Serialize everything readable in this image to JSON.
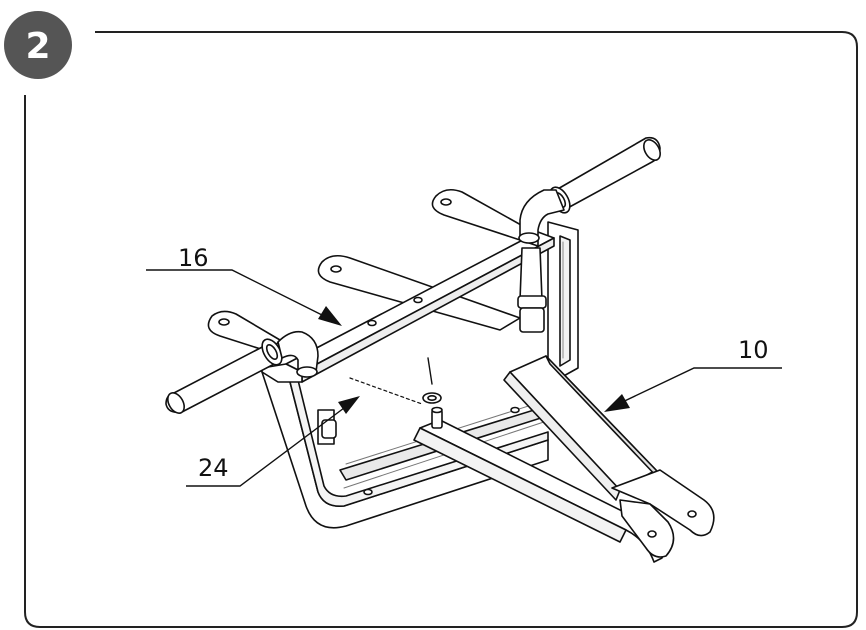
{
  "step": {
    "number": "2",
    "badge_color": "#555555"
  },
  "diagram": {
    "subject": "bracket-assembly",
    "callouts": [
      {
        "id": "callout-16",
        "label": "16"
      },
      {
        "id": "callout-10",
        "label": "10"
      },
      {
        "id": "callout-24",
        "label": "24"
      }
    ]
  }
}
